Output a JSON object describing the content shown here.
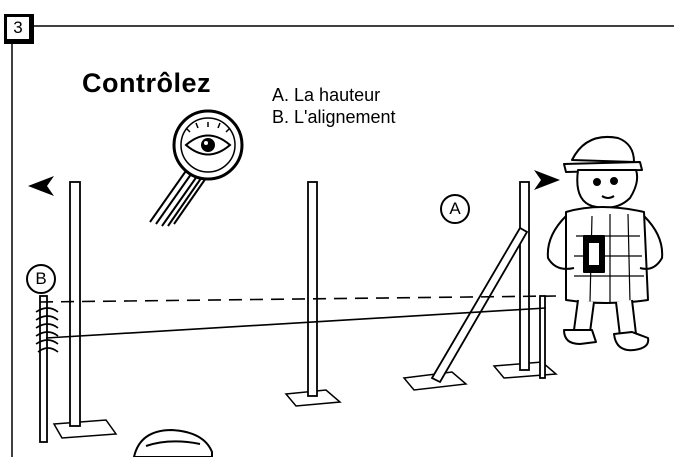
{
  "step_number": "3",
  "title": "Contrôlez",
  "checks": [
    {
      "letter": "A.",
      "text": "La hauteur"
    },
    {
      "letter": "B.",
      "text": "L'alignement"
    }
  ],
  "callouts": {
    "a": "A",
    "b": "B"
  },
  "icons": [
    "inspection-magnifier-eye-icon",
    "left-arrow-icon",
    "right-arrow-icon"
  ],
  "colors": {
    "ink": "#000000",
    "paper": "#ffffff"
  }
}
